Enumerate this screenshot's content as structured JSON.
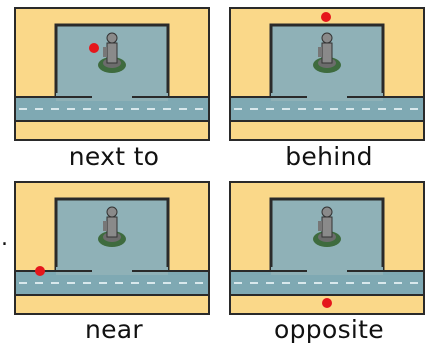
{
  "panels": [
    {
      "caption": "next to",
      "marker": "next-to"
    },
    {
      "caption": "behind",
      "marker": "behind"
    },
    {
      "caption": "near",
      "marker": "near"
    },
    {
      "caption": "opposite",
      "marker": "opposite"
    }
  ],
  "stray_mark": ".",
  "colors": {
    "background": "#fad889",
    "ground": "#fcd98a",
    "plaza": "#8fb1b7",
    "road": "#7fa9b3",
    "outline": "#2a2a2a",
    "lane_dash": "#d8e8ec",
    "marker": "#e5161b",
    "statue": "#8a8a8a",
    "shrub": "#3e6b3e"
  },
  "icons": [
    "statue-icon",
    "location-dot-icon"
  ]
}
